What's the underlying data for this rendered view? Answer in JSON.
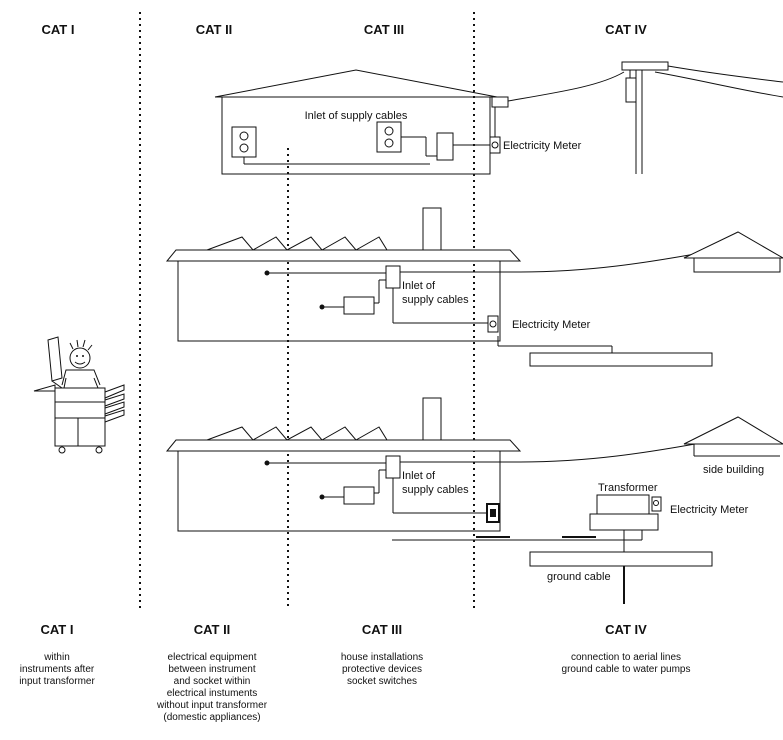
{
  "categories": [
    {
      "label": "CAT I",
      "description": [
        "within",
        "instruments after",
        "input transformer"
      ]
    },
    {
      "label": "CAT II",
      "description": [
        "electrical equipment",
        "between instrument",
        "and socket within",
        "electrical instuments",
        "without input transformer",
        "(domestic appliances)"
      ]
    },
    {
      "label": "CAT III",
      "description": [
        "house installations",
        "protective devices",
        "socket switches"
      ]
    },
    {
      "label": "CAT IV",
      "description": [
        "connection to aerial lines",
        "ground cable to water pumps"
      ]
    }
  ],
  "diagram_labels": {
    "inlet_top": "Inlet of supply cables",
    "meter": "Electricity Meter",
    "inlet_line1": "Inlet of",
    "inlet_line2": "supply cables",
    "side_building": "side building",
    "transformer": "Transformer",
    "ground_cable": "ground cable"
  }
}
